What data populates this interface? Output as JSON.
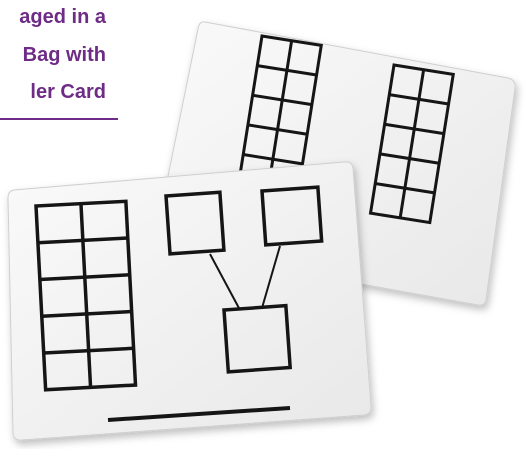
{
  "caption": {
    "lines": [
      "aged in a",
      "Bag with",
      "ler Card"
    ],
    "color": "#6e2c86"
  },
  "cards": [
    {
      "name": "back-card",
      "shows": [
        "ten-frame",
        "ten-frame"
      ]
    },
    {
      "name": "front-card",
      "shows": [
        "ten-frame",
        "number-bond",
        "answer-line"
      ]
    }
  ]
}
